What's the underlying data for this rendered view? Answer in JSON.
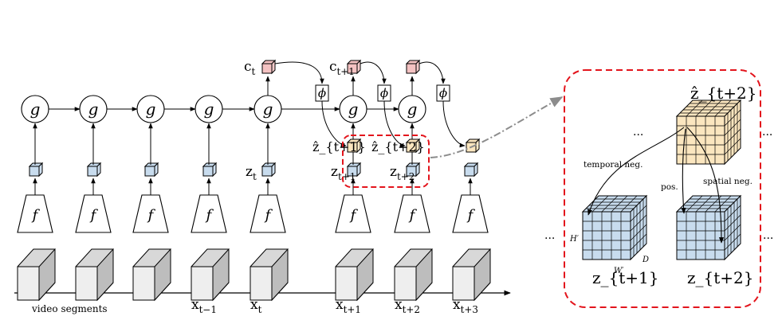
{
  "columns": [
    {
      "x_label": "",
      "z_label": "",
      "c_label": ""
    },
    {
      "x_label": "",
      "z_label": "",
      "c_label": ""
    },
    {
      "x_label": "",
      "z_label": "",
      "c_label": ""
    },
    {
      "x_label": "x_{t−1}",
      "z_label": "",
      "c_label": ""
    },
    {
      "x_label": "x_t",
      "z_label": "z_t",
      "c_label": "c_t"
    },
    {
      "x_label": "x_{t+1}",
      "z_label": "z_{t+1}",
      "c_label": "c_{t+1}"
    },
    {
      "x_label": "x_{t+2}",
      "z_label": "z_{t+2}",
      "c_label": ""
    },
    {
      "x_label": "x_{t+3}",
      "z_label": "",
      "c_label": ""
    }
  ],
  "labels": {
    "g": "g",
    "f": "f",
    "phi": "ϕ",
    "video_segments": "video segments",
    "zhat_t1": "ẑ_{t+1}",
    "zhat_t2": "ẑ_{t+2}",
    "inset_zhat": "ẑ_{t+2}",
    "inset_z_t1": "z_{t+1}",
    "inset_z_t2": "z_{t+2}",
    "temporal_neg": "temporal neg.",
    "spatial_neg": "spatial neg.",
    "pos": "pos.",
    "H": "H′",
    "W": "W′",
    "D": "D",
    "ellipsis": "..."
  },
  "colors": {
    "cube_blue": "#c8dcee",
    "cube_pink": "#f4c2c2",
    "cube_yellow": "#fbe6bf",
    "segment_gray": "#e6e6e6",
    "dashed_red": "#e3141c",
    "arrow_gray": "#8c8c8c"
  }
}
